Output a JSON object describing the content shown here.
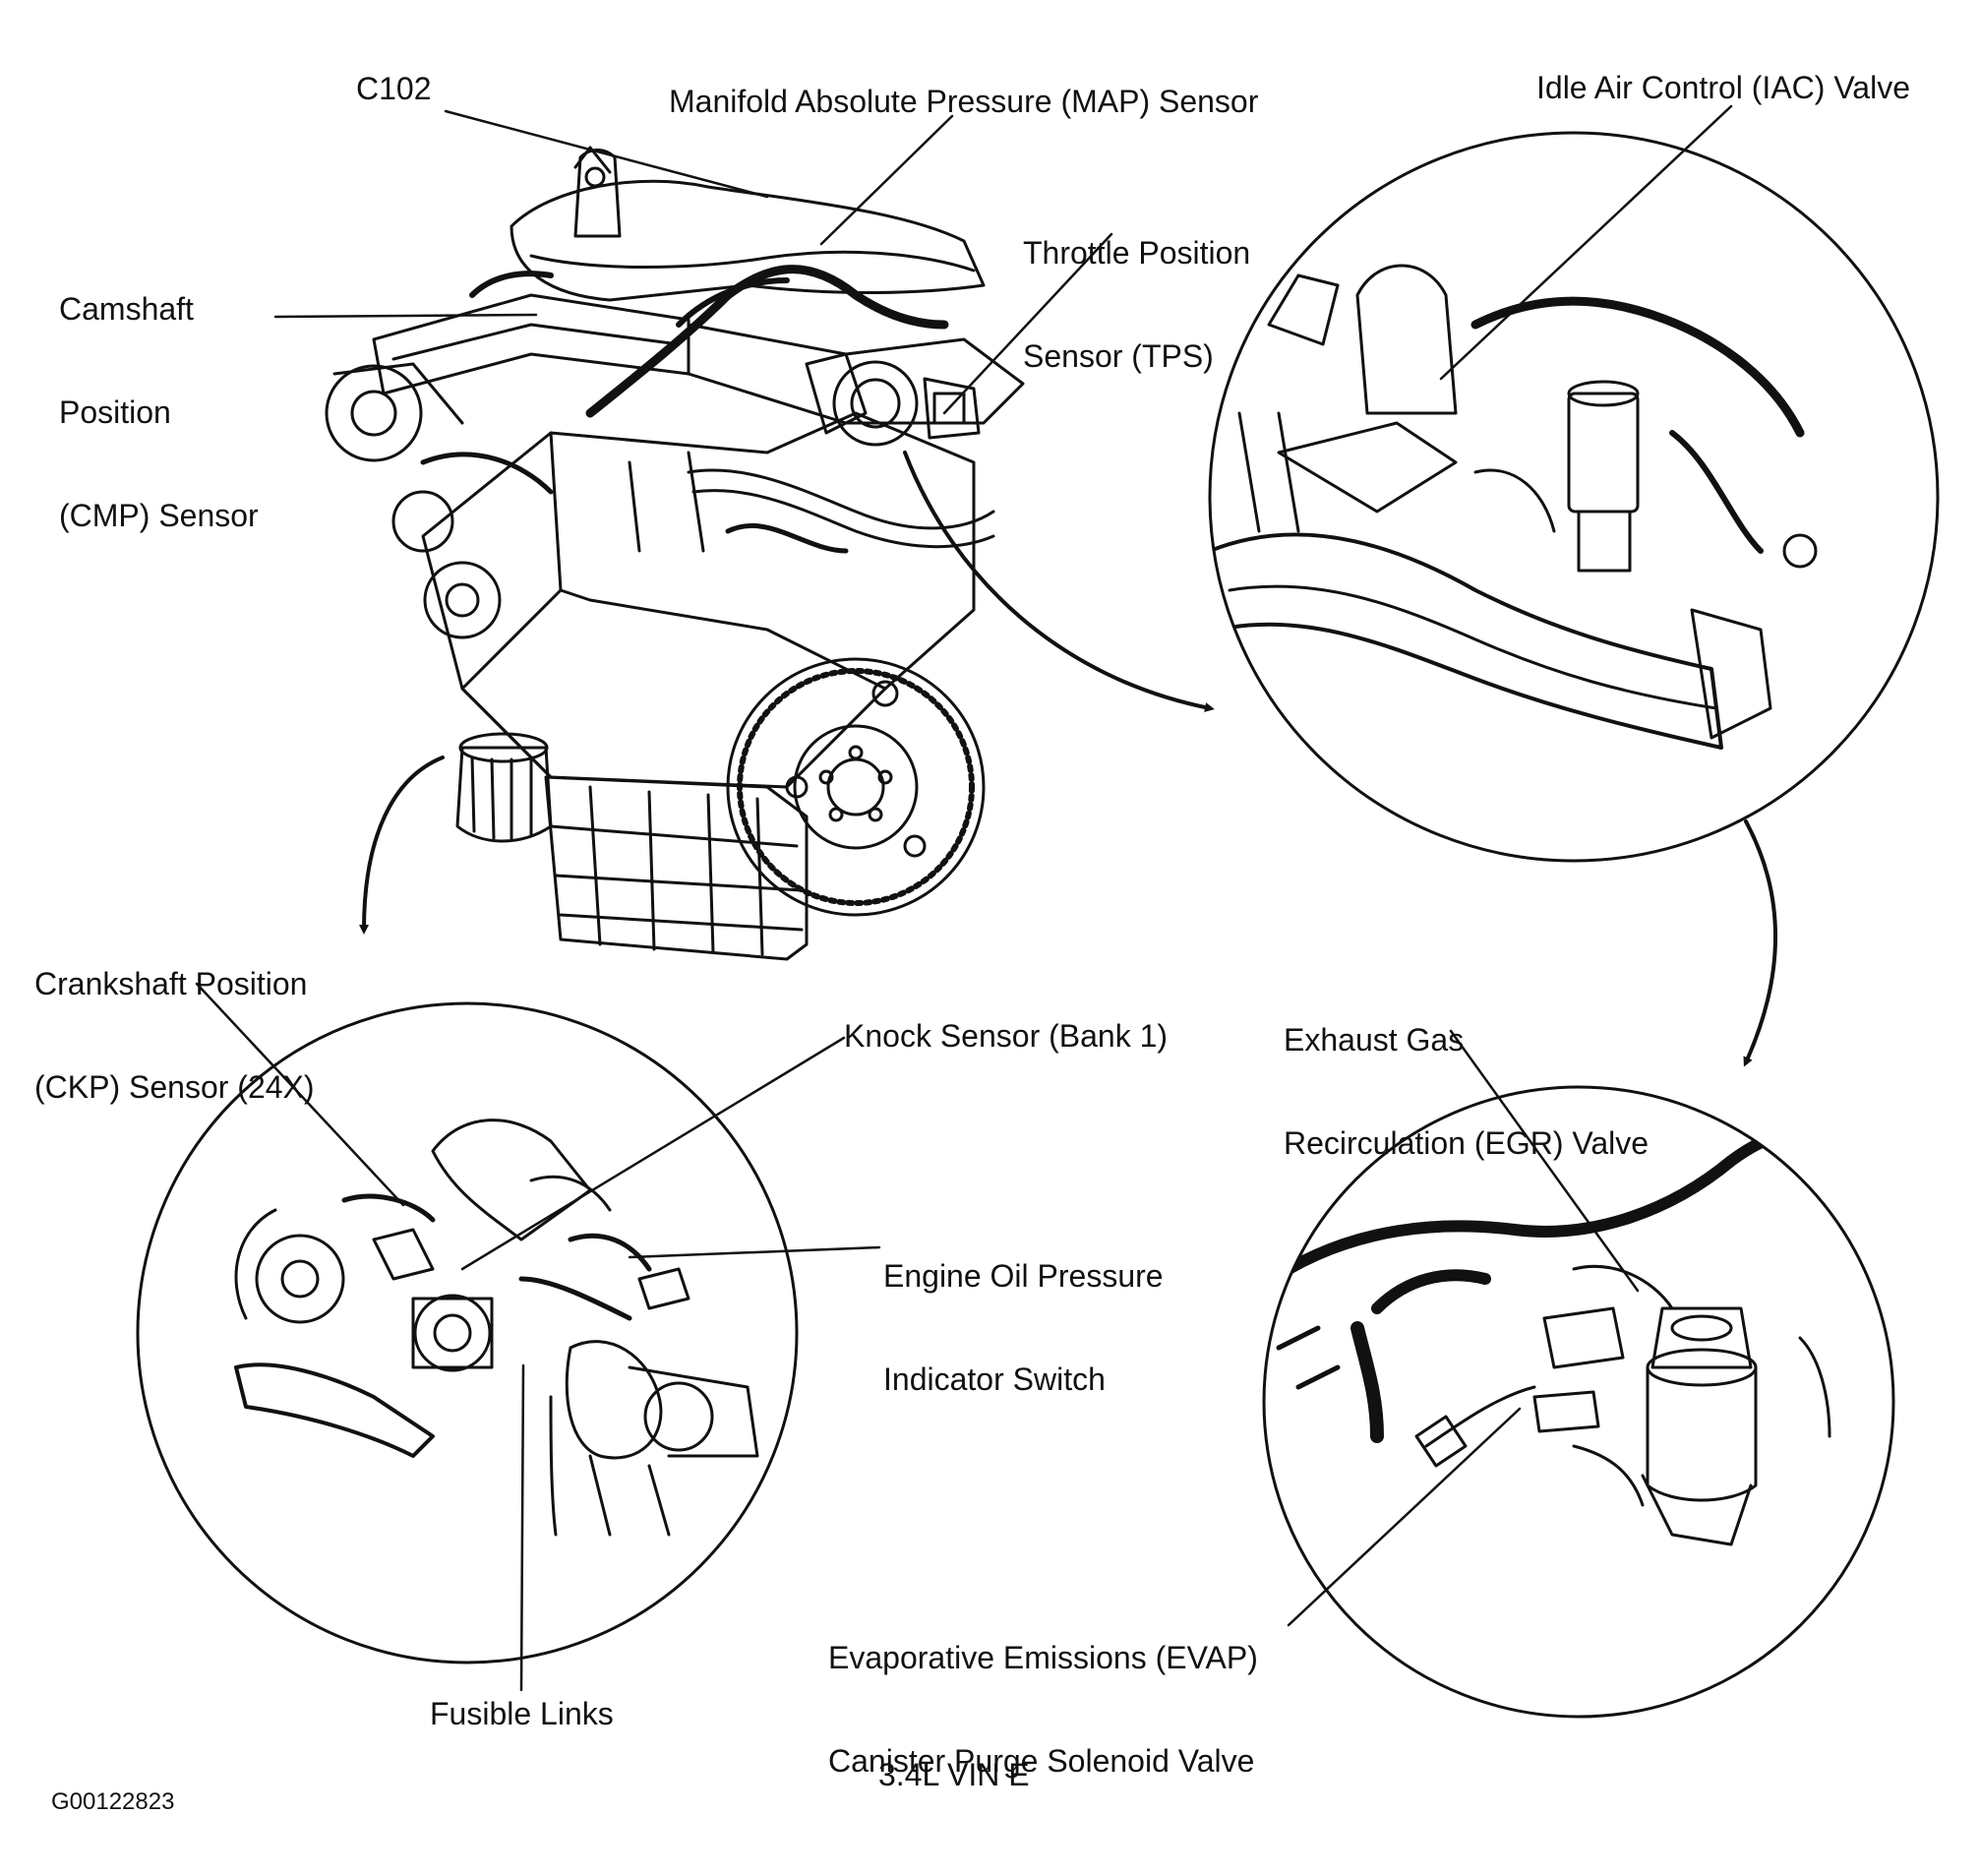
{
  "labels": {
    "c102": "C102",
    "map_sensor": "Manifold Absolute Pressure (MAP) Sensor",
    "iac_valve": "Idle Air Control (IAC) Valve",
    "tps_line1": "Throttle Position",
    "tps_line2": "Sensor (TPS)",
    "cmp_line1": "Camshaft",
    "cmp_line2": "Position",
    "cmp_line3": "(CMP) Sensor",
    "ckp_line1": "Crankshaft Position",
    "ckp_line2": "(CKP) Sensor (24X)",
    "knock_sensor": "Knock Sensor (Bank 1)",
    "oil_line1": "Engine Oil Pressure",
    "oil_line2": "Indicator Switch",
    "egr_line1": "Exhaust Gas",
    "egr_line2": "Recirculation (EGR) Valve",
    "evap_line1": "Evaporative Emissions (EVAP)",
    "evap_line2": "Canister Purge Solenoid Valve",
    "fusible_links": "Fusible Links"
  },
  "caption": "3.4L VIN E",
  "figure_id": "G00122823"
}
